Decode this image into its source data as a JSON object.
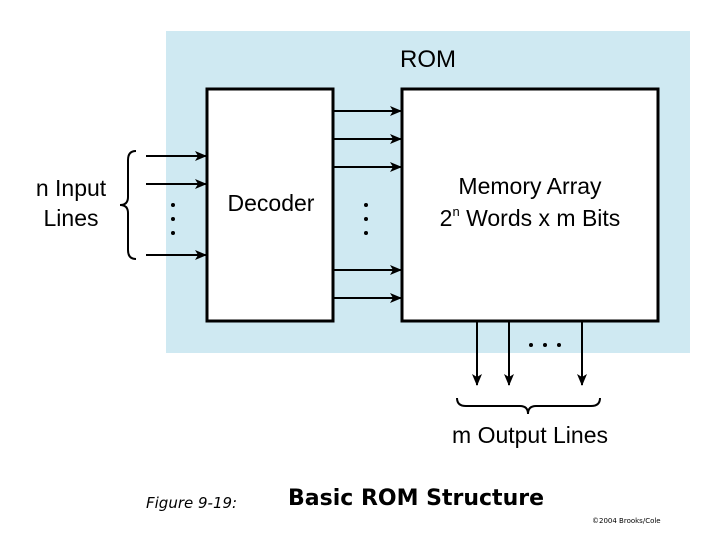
{
  "colors": {
    "rom_background": "#cfe9f2",
    "box_fill": "#ffffff",
    "stroke": "#000000"
  },
  "diagram": {
    "rom_label": "ROM",
    "decoder_label": "Decoder",
    "memory_label_line1": "Memory Array",
    "memory_label_line2_prefix": "2",
    "memory_label_line2_sup": "n",
    "memory_label_line2_suffix": " Words x m Bits",
    "input_label_line1": "n Input",
    "input_label_line2": "Lines",
    "output_label": "m Output Lines",
    "ellipsis": "..."
  },
  "caption": {
    "figure_number": "Figure 9-19:",
    "title": "Basic ROM Structure",
    "copyright": "©2004 Brooks/Cole"
  }
}
